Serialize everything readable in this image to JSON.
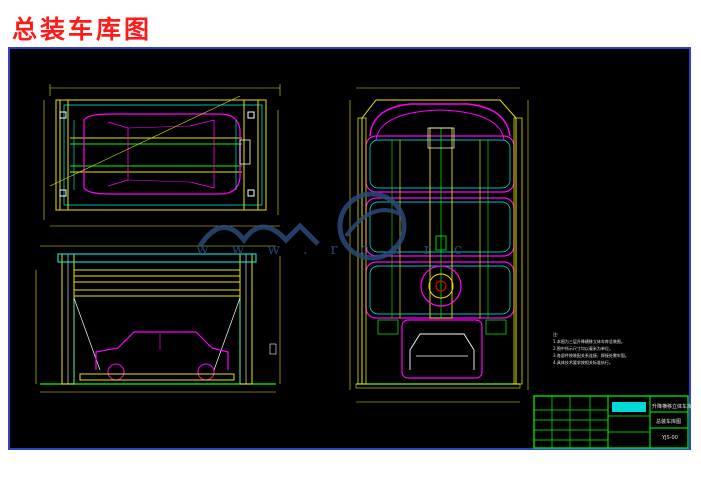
{
  "title": "总装车库图",
  "watermark": {
    "url_letters": "w w w . r c n r c"
  },
  "notes": {
    "heading": "注:",
    "lines": [
      "1.本图为三层升降横移立体车库总装图。",
      "2.图中所示尺寸均以毫米为单位。",
      "3.各部件按装配关系连接，焊接处需牢固。",
      "4.具体技术要求按相关标准执行。"
    ]
  },
  "title_block": {
    "project": "升降横移立体车库",
    "drawing": "总装车库图",
    "code": "YJS-00"
  },
  "colors": {
    "title_red": "#ff1a1a",
    "frame_blue": "#2d43c8",
    "background": "#000000",
    "watermark": "#2a4a7a",
    "line_yellow": "#e8e400",
    "line_magenta": "#ff00ff",
    "line_cyan": "#00ffff",
    "line_green": "#00ff00",
    "line_white": "#ffffff"
  }
}
